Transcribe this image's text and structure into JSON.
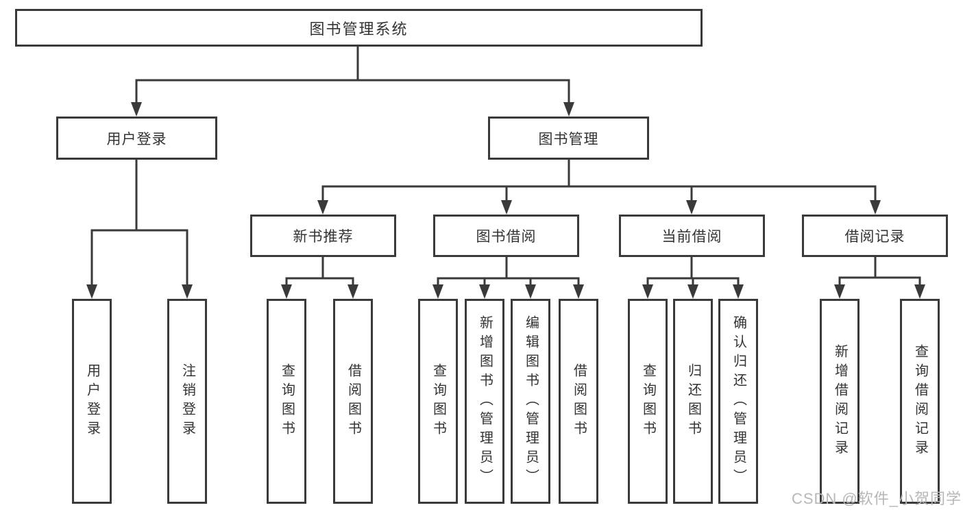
{
  "diagram": {
    "root": {
      "label": "图书管理系统"
    },
    "branches": [
      {
        "label": "用户登录",
        "children": [
          {
            "label": "用户登录"
          },
          {
            "label": "注销登录"
          }
        ]
      },
      {
        "label": "图书管理",
        "children": [
          {
            "label": "新书推荐",
            "children": [
              {
                "label": "查询图书"
              },
              {
                "label": "借阅图书"
              }
            ]
          },
          {
            "label": "图书借阅",
            "children": [
              {
                "label": "查询图书"
              },
              {
                "label": "新增图书（管理员）"
              },
              {
                "label": "编辑图书（管理员）"
              },
              {
                "label": "借阅图书"
              }
            ]
          },
          {
            "label": "当前借阅",
            "children": [
              {
                "label": "查询图书"
              },
              {
                "label": "归还图书"
              },
              {
                "label": "确认归还（管理员）"
              }
            ]
          },
          {
            "label": "借阅记录",
            "children": [
              {
                "label": "新增借阅记录"
              },
              {
                "label": "查询借阅记录"
              }
            ]
          }
        ]
      }
    ]
  },
  "colors": {
    "line": "#3a3a3a",
    "box_border": "#3a3a3a",
    "text": "#333333",
    "watermark": "#b7b7b7"
  },
  "watermark": {
    "text": "CSDN @软件_小贺同学"
  }
}
